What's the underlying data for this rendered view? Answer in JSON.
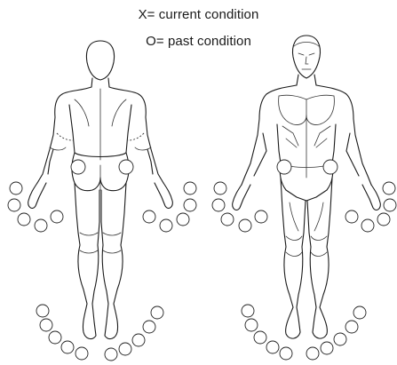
{
  "legend": {
    "current": "X= current condition",
    "past": "O= past condition"
  },
  "figures": {
    "left": "body-back-view",
    "right": "body-front-view"
  }
}
